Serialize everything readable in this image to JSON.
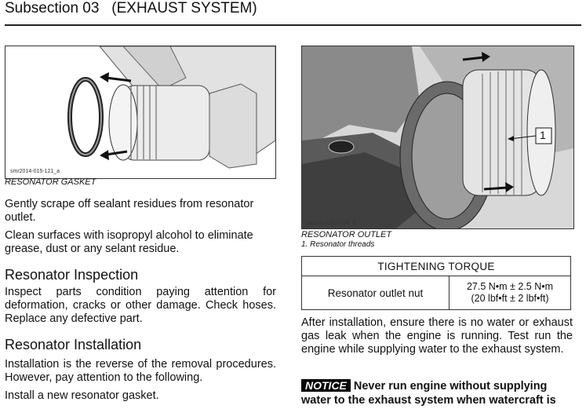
{
  "header": {
    "subsection": "Subsection 03",
    "section_title": "(EXHAUST SYSTEM)"
  },
  "figure_left": {
    "id": "smr2014-015-121_a",
    "caption": "RESONATOR GASKET"
  },
  "figure_right": {
    "id": "smr2014-015-114_b",
    "caption": "RESONATOR OUTLET",
    "callout_number": "1",
    "legend": "1.  Resonator threads"
  },
  "left_column": {
    "para1": "Gently scrape off sealant residues from resonator outlet.",
    "para2": "Clean surfaces with isopropyl alcohol to eliminate grease, dust or any selant residue.",
    "heading_inspection": "Resonator Inspection",
    "para3": "Inspect parts condition paying attention for deformation, cracks or other damage. Check hoses. Replace any defective part.",
    "heading_installation": "Resonator Installation",
    "para4": "Installation is the reverse of the removal procedures. However, pay attention to the following.",
    "para5": "Install a new resonator gasket."
  },
  "torque_table": {
    "header": "TIGHTENING TORQUE",
    "item": "Resonator outlet nut",
    "value_metric": "27.5 N•m ± 2.5 N•m",
    "value_imperial": "(20 lbf•ft ± 2 lbf•ft)"
  },
  "right_column": {
    "para1": "After installation, ensure there is no water or exhaust gas leak when the engine is running. Test run the engine while supplying water to the exhaust system.",
    "notice_label": "NOTICE",
    "notice_text": "Never run engine without supplying water to the exhaust system when watercraft is"
  }
}
